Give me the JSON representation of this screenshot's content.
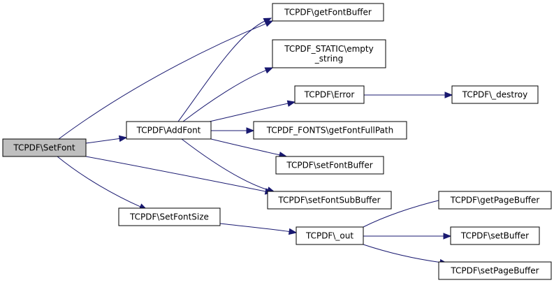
{
  "nodes": [
    {
      "id": "setfont",
      "lines": [
        "TCPDF\\SetFont"
      ],
      "root": true
    },
    {
      "id": "addfont",
      "lines": [
        "TCPDF\\AddFont"
      ]
    },
    {
      "id": "setfontsize",
      "lines": [
        "TCPDF\\SetFontSize"
      ]
    },
    {
      "id": "getfontbuffer",
      "lines": [
        "TCPDF\\getFontBuffer"
      ]
    },
    {
      "id": "emptystring",
      "lines": [
        "TCPDF_STATIC\\empty",
        "_string"
      ]
    },
    {
      "id": "error",
      "lines": [
        "TCPDF\\Error"
      ]
    },
    {
      "id": "getfontfullpath",
      "lines": [
        "TCPDF_FONTS\\getFontFullPath"
      ]
    },
    {
      "id": "setfontbuffer",
      "lines": [
        "TCPDF\\setFontBuffer"
      ]
    },
    {
      "id": "setfontsubbuffer",
      "lines": [
        "TCPDF\\setFontSubBuffer"
      ]
    },
    {
      "id": "out",
      "lines": [
        "TCPDF\\_out"
      ]
    },
    {
      "id": "destroy",
      "lines": [
        "TCPDF\\_destroy"
      ]
    },
    {
      "id": "getpagebuffer",
      "lines": [
        "TCPDF\\getPageBuffer"
      ]
    },
    {
      "id": "setbuffer",
      "lines": [
        "TCPDF\\setBuffer"
      ]
    },
    {
      "id": "setpagebuffer",
      "lines": [
        "TCPDF\\setPageBuffer"
      ]
    }
  ],
  "edges": [
    {
      "from": "setfont",
      "to": "getfontbuffer"
    },
    {
      "from": "setfont",
      "to": "addfont"
    },
    {
      "from": "setfont",
      "to": "setfontsubbuffer"
    },
    {
      "from": "setfont",
      "to": "setfontsize"
    },
    {
      "from": "addfont",
      "to": "getfontbuffer"
    },
    {
      "from": "addfont",
      "to": "emptystring"
    },
    {
      "from": "addfont",
      "to": "error"
    },
    {
      "from": "addfont",
      "to": "getfontfullpath"
    },
    {
      "from": "addfont",
      "to": "setfontbuffer"
    },
    {
      "from": "addfont",
      "to": "setfontsubbuffer"
    },
    {
      "from": "error",
      "to": "destroy"
    },
    {
      "from": "setfontsize",
      "to": "out"
    },
    {
      "from": "out",
      "to": "getpagebuffer"
    },
    {
      "from": "out",
      "to": "setbuffer"
    },
    {
      "from": "out",
      "to": "setpagebuffer"
    }
  ],
  "colors": {
    "edge": "#191970",
    "root_fill": "#bfbfbf",
    "node_fill": "#ffffff",
    "border": "#000000"
  }
}
